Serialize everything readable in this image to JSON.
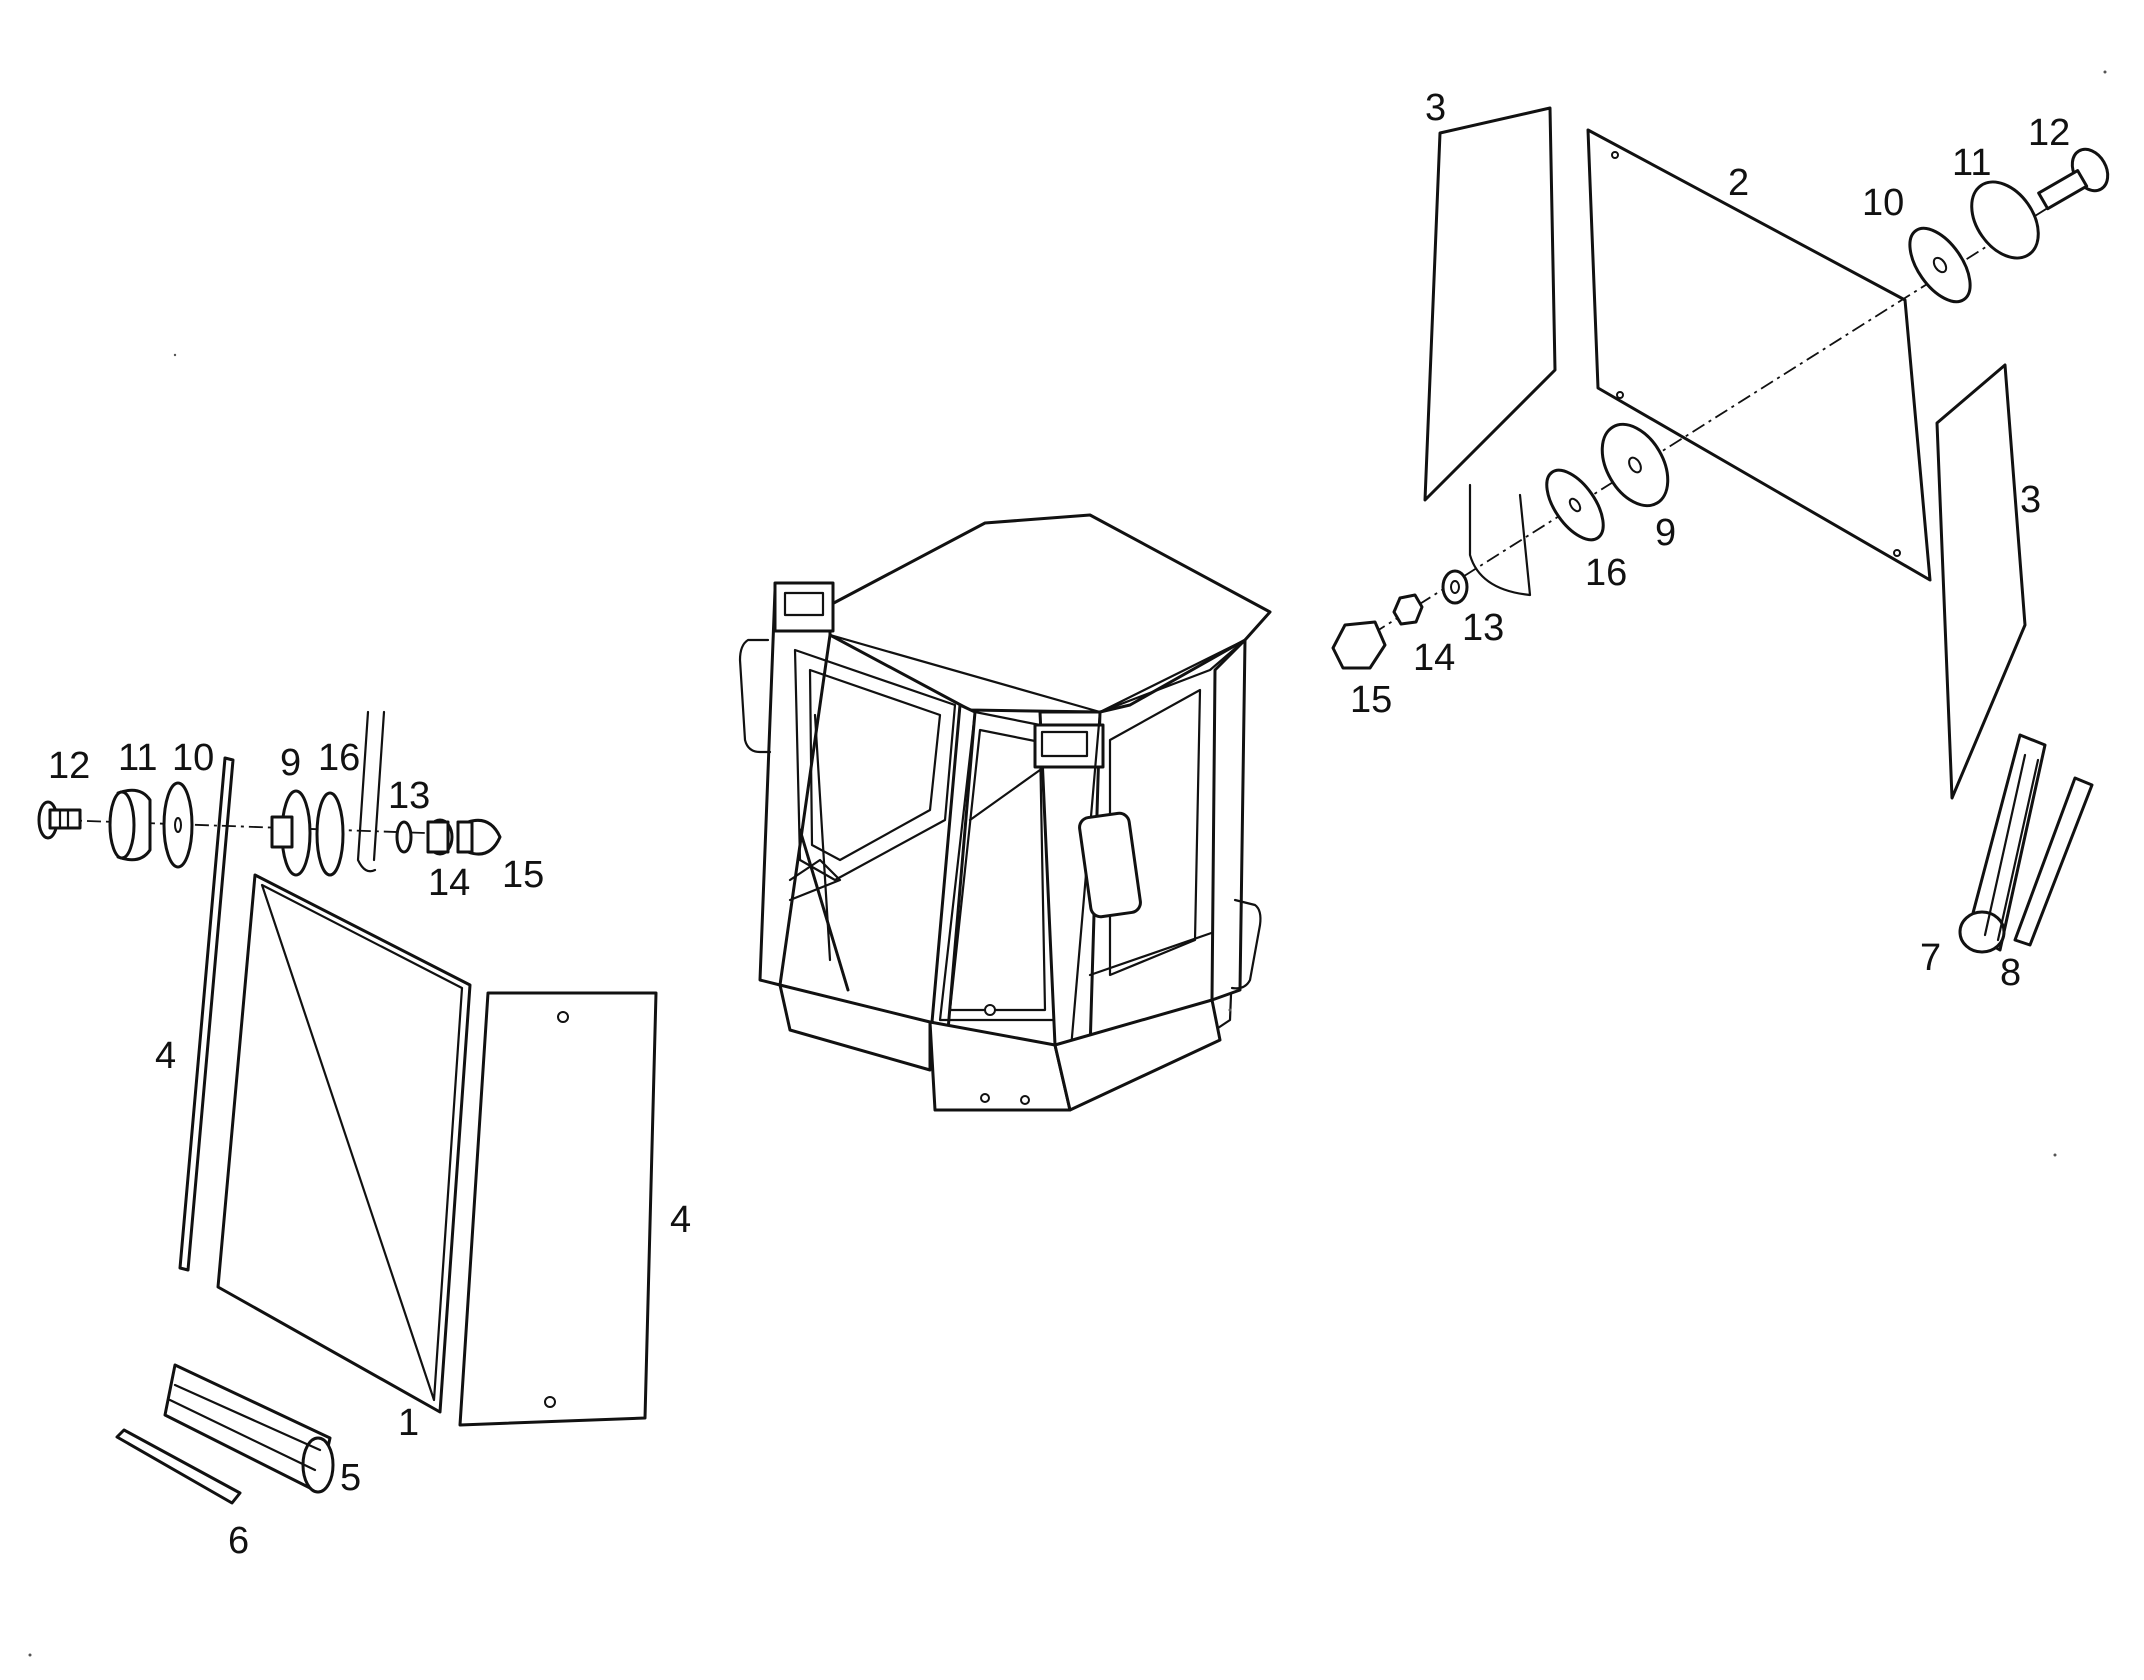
{
  "diagram": {
    "labels": [
      {
        "id": "l1",
        "text": "1"
      },
      {
        "id": "l2",
        "text": "2"
      },
      {
        "id": "l3a",
        "text": "3"
      },
      {
        "id": "l3b",
        "text": "3"
      },
      {
        "id": "l4a",
        "text": "4"
      },
      {
        "id": "l4b",
        "text": "4"
      },
      {
        "id": "l5",
        "text": "5"
      },
      {
        "id": "l6",
        "text": "6"
      },
      {
        "id": "l7",
        "text": "7"
      },
      {
        "id": "l8",
        "text": "8"
      },
      {
        "id": "l9L",
        "text": "9"
      },
      {
        "id": "l9R",
        "text": "9"
      },
      {
        "id": "l10L",
        "text": "10"
      },
      {
        "id": "l10R",
        "text": "10"
      },
      {
        "id": "l11L",
        "text": "11"
      },
      {
        "id": "l11R",
        "text": "11"
      },
      {
        "id": "l12L",
        "text": "12"
      },
      {
        "id": "l12R",
        "text": "12"
      },
      {
        "id": "l13L",
        "text": "13"
      },
      {
        "id": "l13R",
        "text": "13"
      },
      {
        "id": "l14L",
        "text": "14"
      },
      {
        "id": "l14R",
        "text": "14"
      },
      {
        "id": "l15L",
        "text": "15"
      },
      {
        "id": "l15R",
        "text": "15"
      },
      {
        "id": "l16L",
        "text": "16"
      },
      {
        "id": "l16R",
        "text": "16"
      }
    ]
  }
}
